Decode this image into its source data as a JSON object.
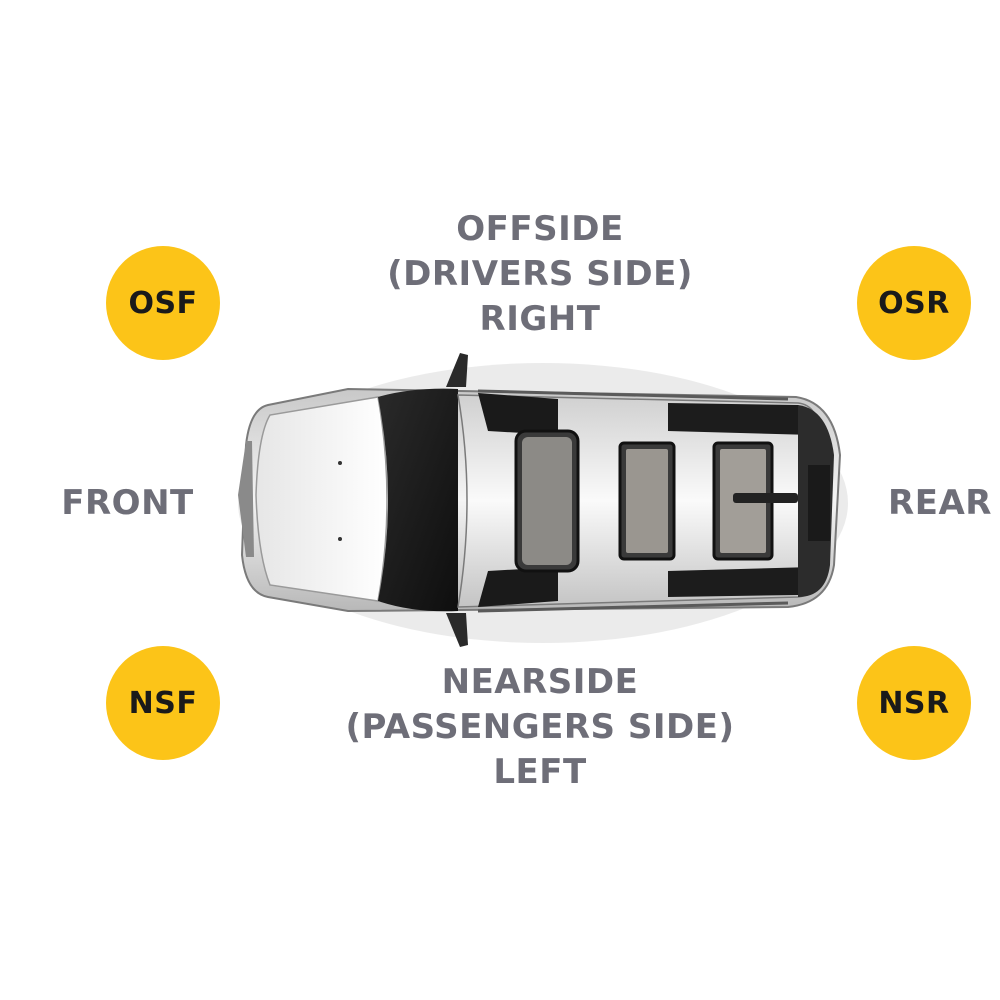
{
  "offside": {
    "lines": [
      "OFFSIDE",
      "(DRIVERS SIDE)",
      "RIGHT"
    ]
  },
  "nearside": {
    "lines": [
      "NEARSIDE",
      "(PASSENGERS SIDE)",
      "LEFT"
    ]
  },
  "front_label": "FRONT",
  "rear_label": "REAR",
  "badges": {
    "osf": "OSF",
    "osr": "OSR",
    "nsf": "NSF",
    "nsr": "NSR"
  },
  "colors": {
    "badge": "#fcc418",
    "label_text": "#6e6e78",
    "badge_text": "#1a1a1a"
  },
  "icons": {
    "car": "car-top-view-icon"
  }
}
